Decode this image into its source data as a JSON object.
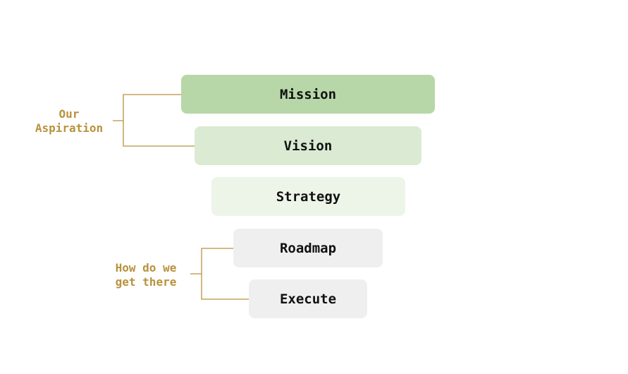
{
  "tiers": [
    {
      "label": "Mission",
      "color": "#b7d7a8"
    },
    {
      "label": "Vision",
      "color": "#dbebd3"
    },
    {
      "label": "Strategy",
      "color": "#edf5e9"
    },
    {
      "label": "Roadmap",
      "color": "#efefef"
    },
    {
      "label": "Execute",
      "color": "#efefef"
    }
  ],
  "groups": {
    "aspiration": {
      "label": "Our\nAspiration"
    },
    "how": {
      "label": "How do we\nget there"
    }
  },
  "colors": {
    "bracket": "#b8923d",
    "label": "#b8923d"
  }
}
